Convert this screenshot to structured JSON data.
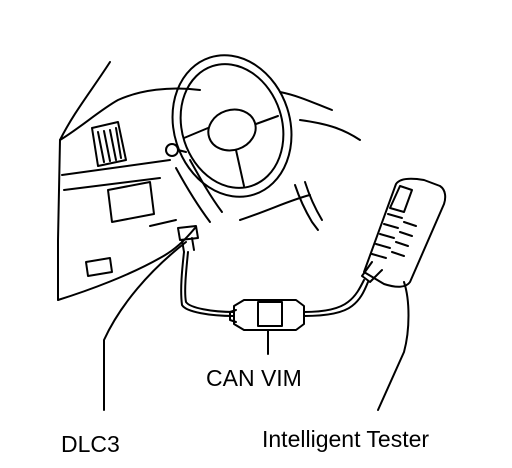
{
  "labels": {
    "can_vim": "CAN VIM",
    "dlc3": "DLC3",
    "intelligent_tester": "Intelligent Tester"
  },
  "colors": {
    "line": "#000000",
    "background": "#ffffff"
  }
}
